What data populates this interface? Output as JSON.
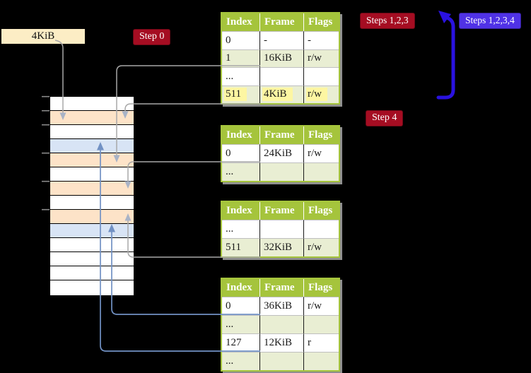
{
  "colors": {
    "bg": "#000000",
    "table-green": "#a5c43c",
    "row-green": "#e9eed3",
    "peach": "#fde3c8",
    "lightblue": "#d8e4f5",
    "cream": "#fcedc5",
    "badge-red": "#a50d22",
    "badge-blue": "#5032e6",
    "arrow-blue": "#2a12e0",
    "connector-gray": "#a8a8a8",
    "arrowhead-gray": "#a9b3c6",
    "connector-steelblue": "#7191c4",
    "highlight-yellow": "#fdf6a2",
    "shadow-gray": "#8f8f8f"
  },
  "frame_size_label": "4KiB",
  "badges": {
    "step0": "Step 0",
    "steps123": "Steps 1,2,3",
    "steps1234": "Steps 1,2,3,4",
    "step4": "Step 4"
  },
  "memory_column": {
    "rows": [
      {
        "shade": "white"
      },
      {
        "shade": "peach"
      },
      {
        "shade": "white"
      },
      {
        "shade": "blue"
      },
      {
        "shade": "peach"
      },
      {
        "shade": "white"
      },
      {
        "shade": "peach"
      },
      {
        "shade": "white"
      },
      {
        "shade": "peach"
      },
      {
        "shade": "blue"
      },
      {
        "shade": "white"
      },
      {
        "shade": "white"
      },
      {
        "shade": "white"
      },
      {
        "shade": "white"
      }
    ]
  },
  "tables": [
    {
      "headers": [
        "Index",
        "Frame",
        "Flags"
      ],
      "rows": [
        {
          "index": "0",
          "frame": "-",
          "flags": "-",
          "shade": "white"
        },
        {
          "index": "1",
          "frame": "16KiB",
          "flags": "r/w",
          "shade": "green"
        },
        {
          "index": "...",
          "frame": "",
          "flags": "",
          "shade": "white"
        },
        {
          "index": "511",
          "frame": "4KiB",
          "flags": "r/w",
          "shade": "green",
          "highlight": "true"
        }
      ]
    },
    {
      "headers": [
        "Index",
        "Frame",
        "Flags"
      ],
      "rows": [
        {
          "index": "0",
          "frame": "24KiB",
          "flags": "r/w",
          "shade": "white"
        },
        {
          "index": "...",
          "frame": "",
          "flags": "",
          "shade": "green"
        }
      ]
    },
    {
      "headers": [
        "Index",
        "Frame",
        "Flags"
      ],
      "rows": [
        {
          "index": "...",
          "frame": "",
          "flags": "",
          "shade": "white"
        },
        {
          "index": "511",
          "frame": "32KiB",
          "flags": "r/w",
          "shade": "green"
        }
      ]
    },
    {
      "headers": [
        "Index",
        "Frame",
        "Flags"
      ],
      "rows": [
        {
          "index": "0",
          "frame": "36KiB",
          "flags": "r/w",
          "shade": "white"
        },
        {
          "index": "...",
          "frame": "",
          "flags": "",
          "shade": "green"
        },
        {
          "index": "127",
          "frame": "12KiB",
          "flags": "r",
          "shade": "white"
        },
        {
          "index": "...",
          "frame": "",
          "flags": "",
          "shade": "green"
        }
      ]
    }
  ]
}
